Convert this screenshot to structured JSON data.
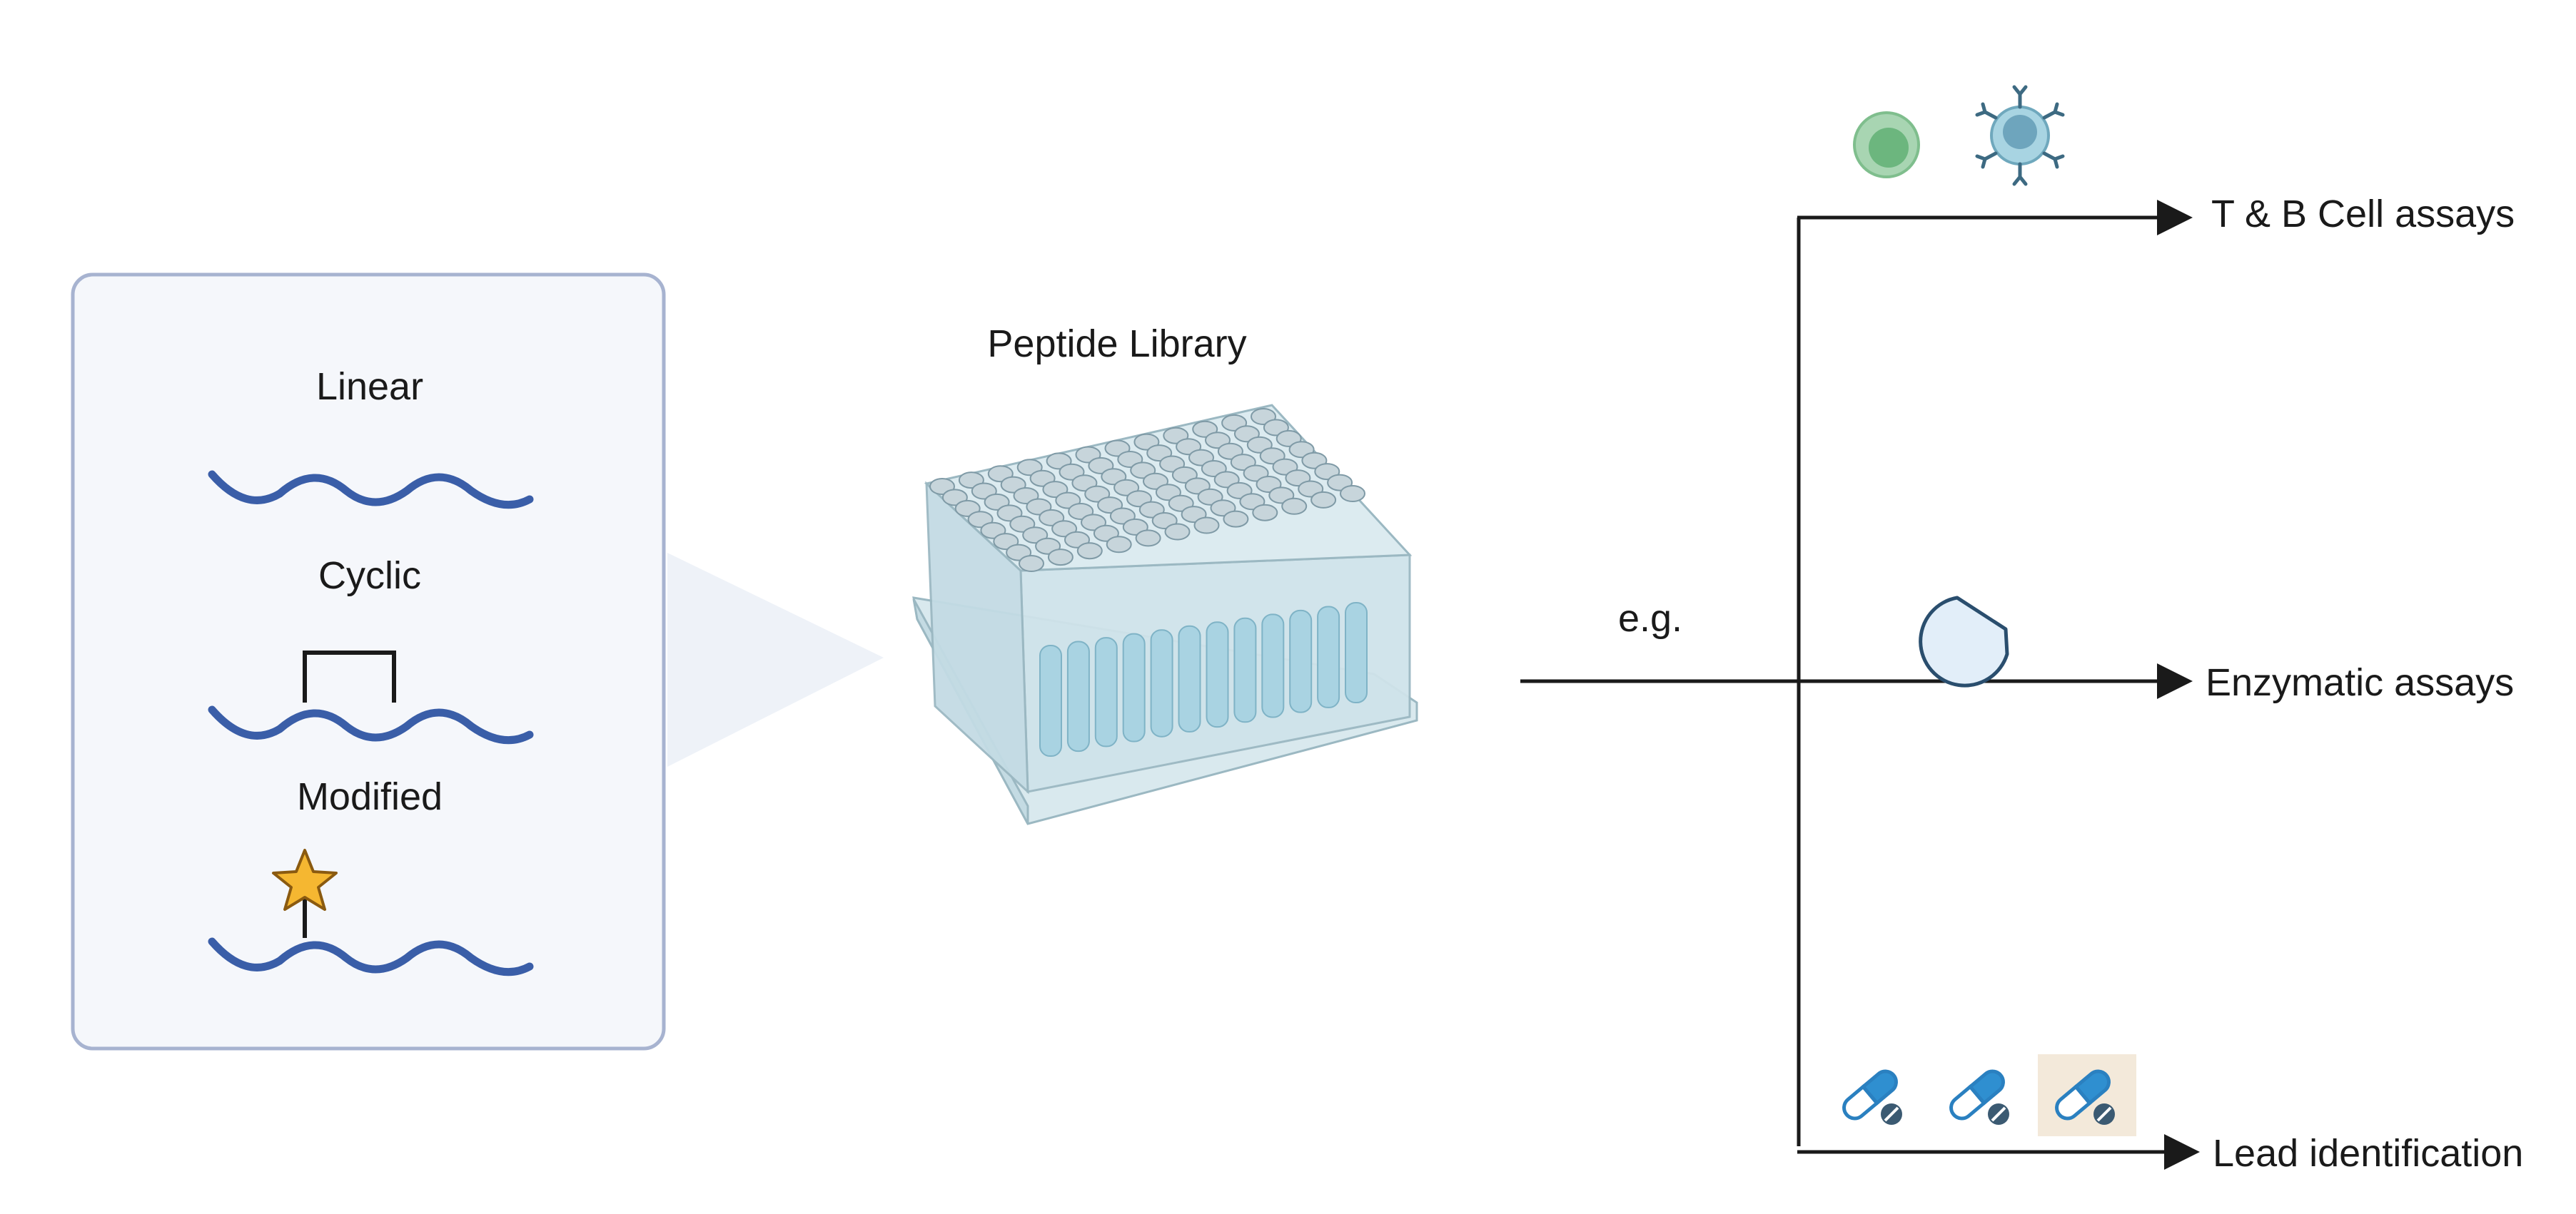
{
  "left_panel": {
    "types": [
      {
        "label": "Linear"
      },
      {
        "label": "Cyclic"
      },
      {
        "label": "Modified"
      }
    ]
  },
  "plate": {
    "title": "Peptide Library"
  },
  "flow": {
    "eg_label": "e.g."
  },
  "outcomes": [
    {
      "label": "T & B Cell assays",
      "icons": [
        "t-cell-icon",
        "b-cell-icon"
      ]
    },
    {
      "label": "Enzymatic assays",
      "icons": [
        "enzyme-icon"
      ]
    },
    {
      "label": "Lead identification",
      "icons": [
        "capsule-pill-icon",
        "capsule-pill-icon",
        "capsule-pill-icon"
      ]
    }
  ],
  "colors": {
    "peptide": "#3a5ea8",
    "panel_fill": "#f5f7fb",
    "panel_border": "#a7b3d0",
    "plate": "#cfe3ea",
    "star": "#f5b731",
    "arrow": "#1a1a1a",
    "highlight": "#f3e9da"
  }
}
